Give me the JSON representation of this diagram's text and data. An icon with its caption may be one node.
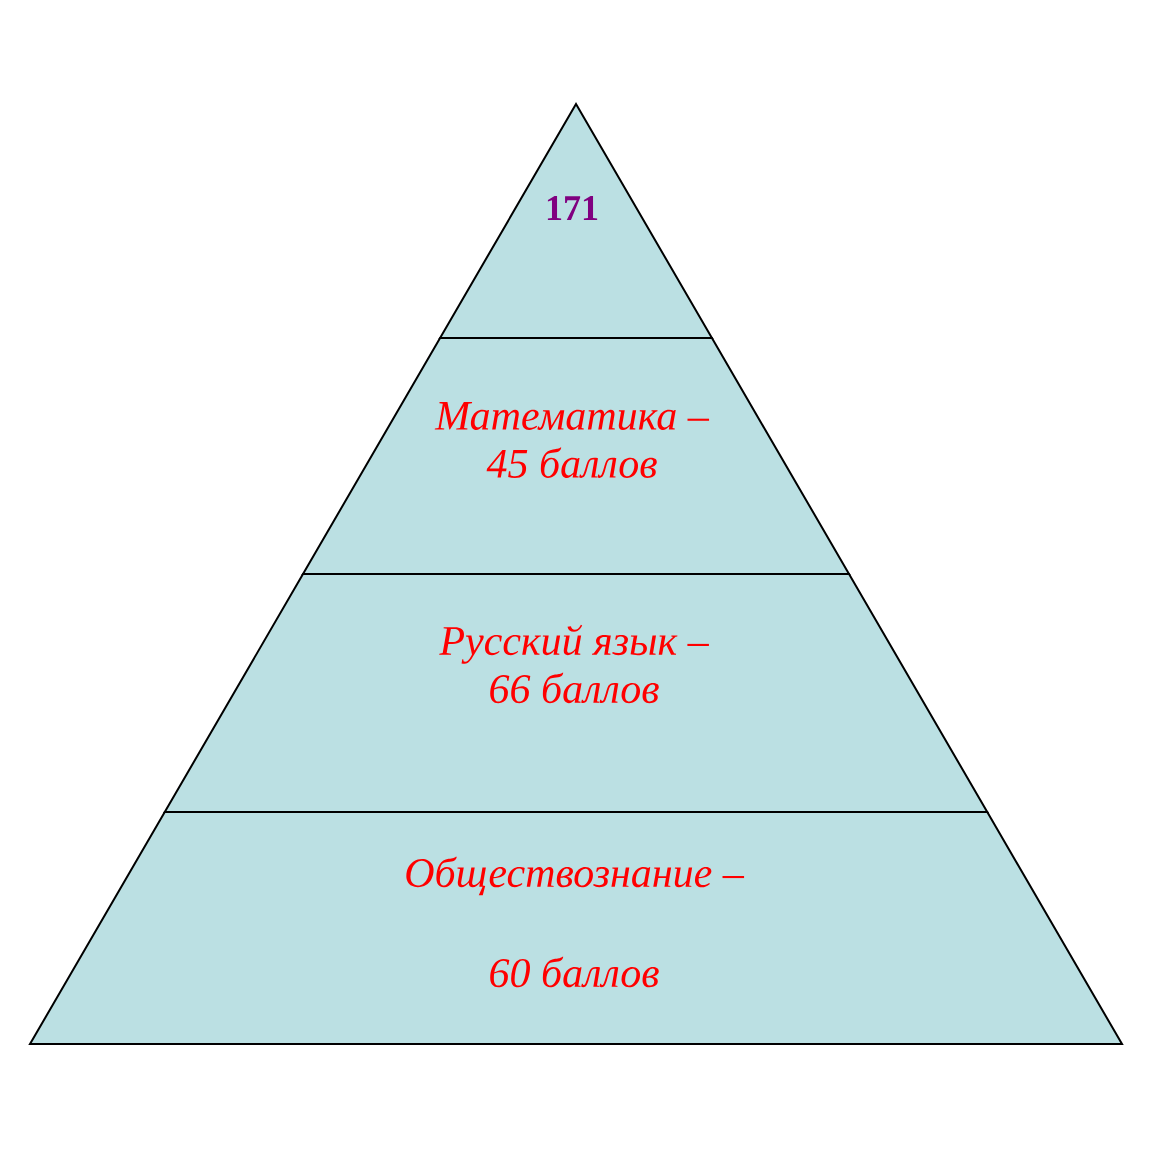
{
  "diagram": {
    "nodes": [
      {
        "text": [
          "171"
        ]
      },
      {
        "text": [
          "Математика – 45 баллов"
        ]
      },
      {
        "text": [
          "Русский язык – 66 баллов"
        ]
      },
      {
        "text": [
          "Обществознание –",
          "60 баллов"
        ]
      }
    ]
  }
}
